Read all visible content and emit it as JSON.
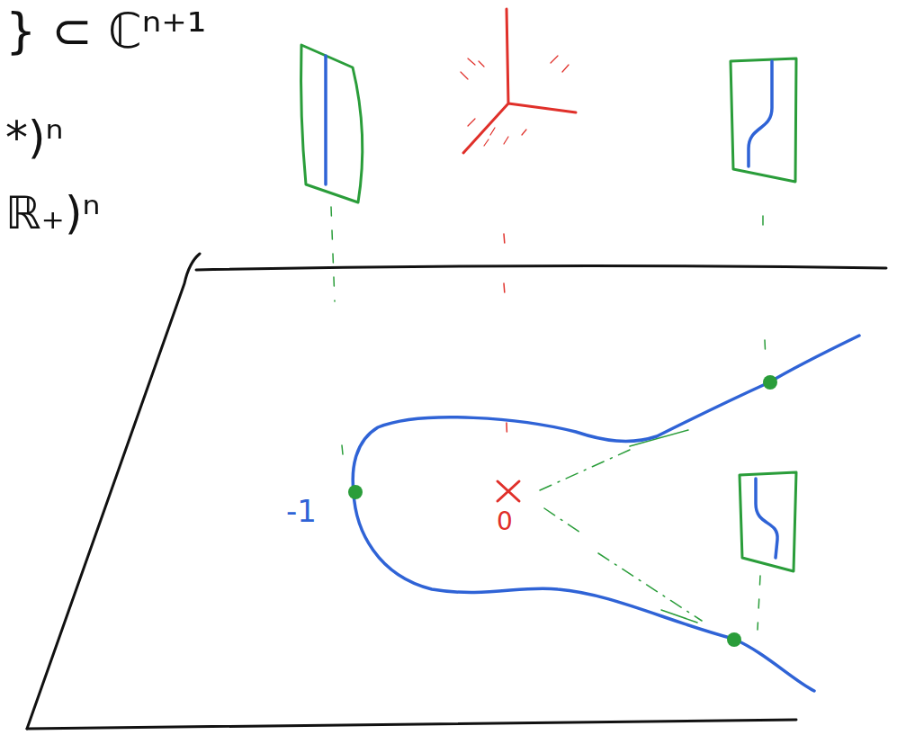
{
  "diagram": {
    "labels": [
      "} ⊂ ℂⁿ⁺¹",
      "*)ⁿ",
      "ℝ₊)ⁿ",
      "-1",
      "0"
    ]
  }
}
